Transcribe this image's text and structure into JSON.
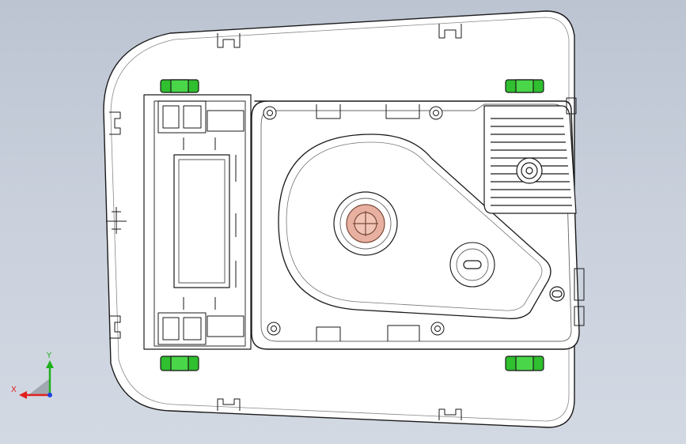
{
  "viewport": {
    "background_top": "#bcc4d2",
    "background_bottom": "#d3d9e3"
  },
  "model": {
    "body_fill": "#ffffff",
    "edge_color": "#1a1a1a",
    "accent_green": "#2fbf2f",
    "axle_color": "#e8b0a0",
    "parts": [
      "outer-housing",
      "gearbox-cover",
      "heatsink-fins",
      "output-axle",
      "cam-slot",
      "mounting-foot-top-left",
      "mounting-foot-top-right",
      "mounting-foot-bottom-left",
      "mounting-foot-bottom-right",
      "battery-bay",
      "snap-clips"
    ]
  },
  "triad": {
    "x_label": "X",
    "y_label": "Y",
    "x_color": "#e02020",
    "y_color": "#20b020",
    "z_color": "#2040e0"
  }
}
